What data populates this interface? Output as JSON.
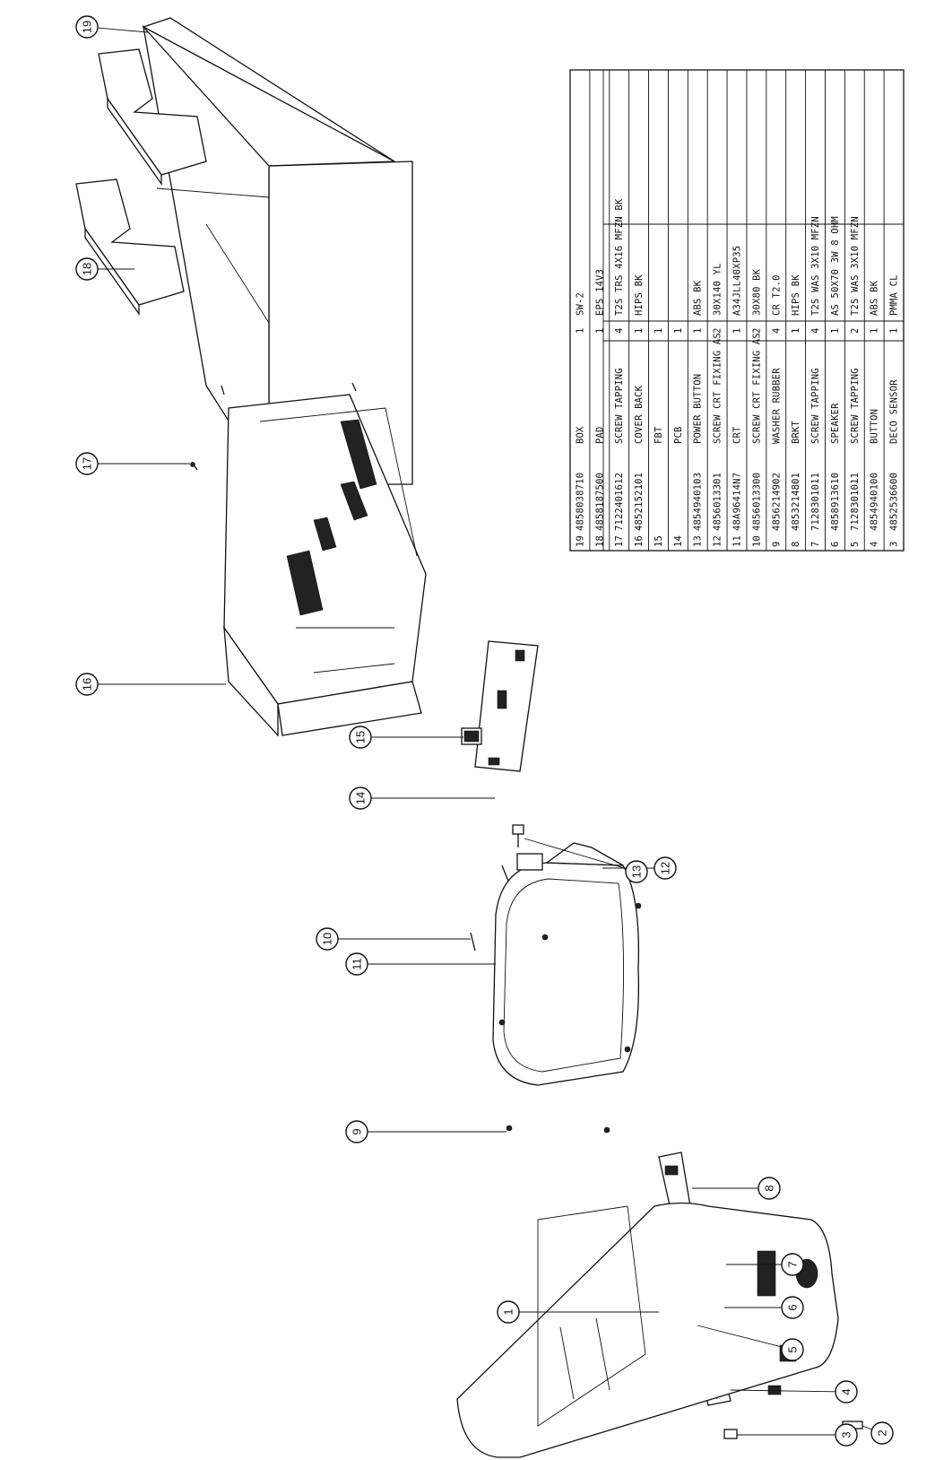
{
  "callouts": [
    {
      "id": "1",
      "label": "1"
    },
    {
      "id": "2",
      "label": "2"
    },
    {
      "id": "3",
      "label": "3"
    },
    {
      "id": "4",
      "label": "4"
    },
    {
      "id": "5",
      "label": "5"
    },
    {
      "id": "6",
      "label": "6"
    },
    {
      "id": "7",
      "label": "7"
    },
    {
      "id": "8",
      "label": "8"
    },
    {
      "id": "9",
      "label": "9"
    },
    {
      "id": "10",
      "label": "10"
    },
    {
      "id": "11",
      "label": "11"
    },
    {
      "id": "12",
      "label": "12"
    },
    {
      "id": "13",
      "label": "13"
    },
    {
      "id": "14",
      "label": "14"
    },
    {
      "id": "15",
      "label": "15"
    },
    {
      "id": "16",
      "label": "16"
    },
    {
      "id": "17",
      "label": "17"
    },
    {
      "id": "18",
      "label": "18"
    },
    {
      "id": "19",
      "label": "19"
    }
  ],
  "bom": {
    "rows": [
      {
        "item": "19",
        "part_no": "4858038710",
        "description": "BOX",
        "qty": "1",
        "spec": "SW-2"
      },
      {
        "item": "18",
        "part_no": "4858187500",
        "description": "PAD",
        "qty": "1",
        "spec": "EPS 14V3"
      },
      {
        "item": "17",
        "part_no": "7122401612",
        "description": "SCREW TAPPING",
        "qty": "4",
        "spec": "T2S TRS 4X16 MFZN BK"
      },
      {
        "item": "16",
        "part_no": "4852152101",
        "description": "COVER BACK",
        "qty": "1",
        "spec": "HIPS BK"
      },
      {
        "item": "15",
        "part_no": "",
        "description": "FBT",
        "qty": "1",
        "spec": ""
      },
      {
        "item": "14",
        "part_no": "",
        "description": "PCB",
        "qty": "1",
        "spec": ""
      },
      {
        "item": "13",
        "part_no": "4854940103",
        "description": "POWER BUTTON",
        "qty": "1",
        "spec": "ABS BK"
      },
      {
        "item": "12",
        "part_no": "4856013301",
        "description": "SCREW CRT FIXING AS",
        "qty": "2",
        "spec": "30X140 YL"
      },
      {
        "item": "11",
        "part_no": "48A96414N7",
        "description": "CRT",
        "qty": "1",
        "spec": "A34JLL40XP35"
      },
      {
        "item": "10",
        "part_no": "4856013300",
        "description": "SCREW CRT FIXING AS",
        "qty": "2",
        "spec": "30X80 BK"
      },
      {
        "item": "9",
        "part_no": "4856214902",
        "description": "WASHER RUBBER",
        "qty": "4",
        "spec": "CR T2.0"
      },
      {
        "item": "8",
        "part_no": "4853214801",
        "description": "BRKT",
        "qty": "1",
        "spec": "HIPS BK"
      },
      {
        "item": "7",
        "part_no": "7128301011",
        "description": "SCREW TAPPING",
        "qty": "4",
        "spec": "T2S WAS 3X10 MFZN"
      },
      {
        "item": "6",
        "part_no": "4858913610",
        "description": "SPEAKER",
        "qty": "1",
        "spec": "AS 50X70 3W 8 OHM"
      },
      {
        "item": "5",
        "part_no": "7128301011",
        "description": "SCREW TAPPING",
        "qty": "2",
        "spec": "T2S WAS 3X10 MFZN"
      },
      {
        "item": "4",
        "part_no": "4854940100",
        "description": "BUTTON",
        "qty": "1",
        "spec": "ABS BK"
      },
      {
        "item": "3",
        "part_no": "4852536600",
        "description": "DECO SENSOR",
        "qty": "1",
        "spec": "PMMA CL"
      }
    ]
  }
}
